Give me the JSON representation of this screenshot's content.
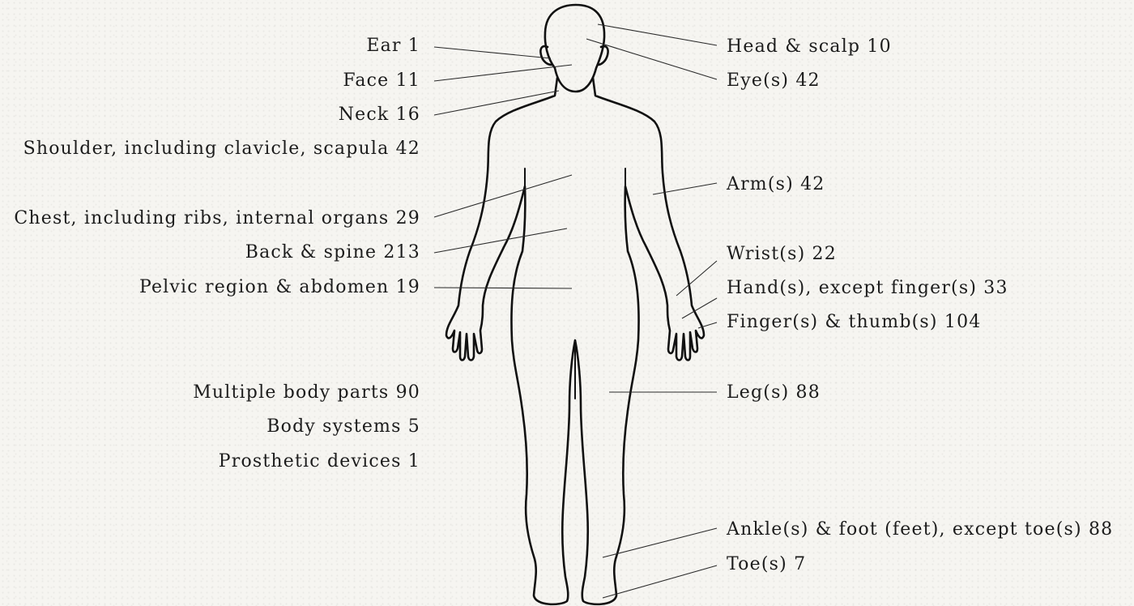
{
  "labels_left": [
    {
      "key": "ear",
      "text": "Ear 1"
    },
    {
      "key": "face",
      "text": "Face 11"
    },
    {
      "key": "neck",
      "text": "Neck 16"
    },
    {
      "key": "shoulder",
      "text": "Shoulder, including clavicle, scapula 42"
    },
    {
      "key": "chest",
      "text": "Chest, including ribs, internal organs 29"
    },
    {
      "key": "back",
      "text": "Back & spine 213"
    },
    {
      "key": "pelvic",
      "text": "Pelvic region & abdomen 19"
    },
    {
      "key": "multiple",
      "text": "Multiple body parts 90"
    },
    {
      "key": "systems",
      "text": "Body systems 5"
    },
    {
      "key": "prosthetic",
      "text": "Prosthetic devices 1"
    }
  ],
  "labels_right": [
    {
      "key": "head",
      "text": "Head & scalp 10"
    },
    {
      "key": "eyes",
      "text": "Eye(s) 42"
    },
    {
      "key": "arms",
      "text": "Arm(s) 42"
    },
    {
      "key": "wrists",
      "text": "Wrist(s) 22"
    },
    {
      "key": "hands",
      "text": "Hand(s), except finger(s) 33"
    },
    {
      "key": "fingers",
      "text": "Finger(s) & thumb(s) 104"
    },
    {
      "key": "legs",
      "text": "Leg(s) 88"
    },
    {
      "key": "ankles",
      "text": "Ankle(s) & foot (feet), except toe(s) 88"
    },
    {
      "key": "toes",
      "text": "Toe(s) 7"
    }
  ]
}
